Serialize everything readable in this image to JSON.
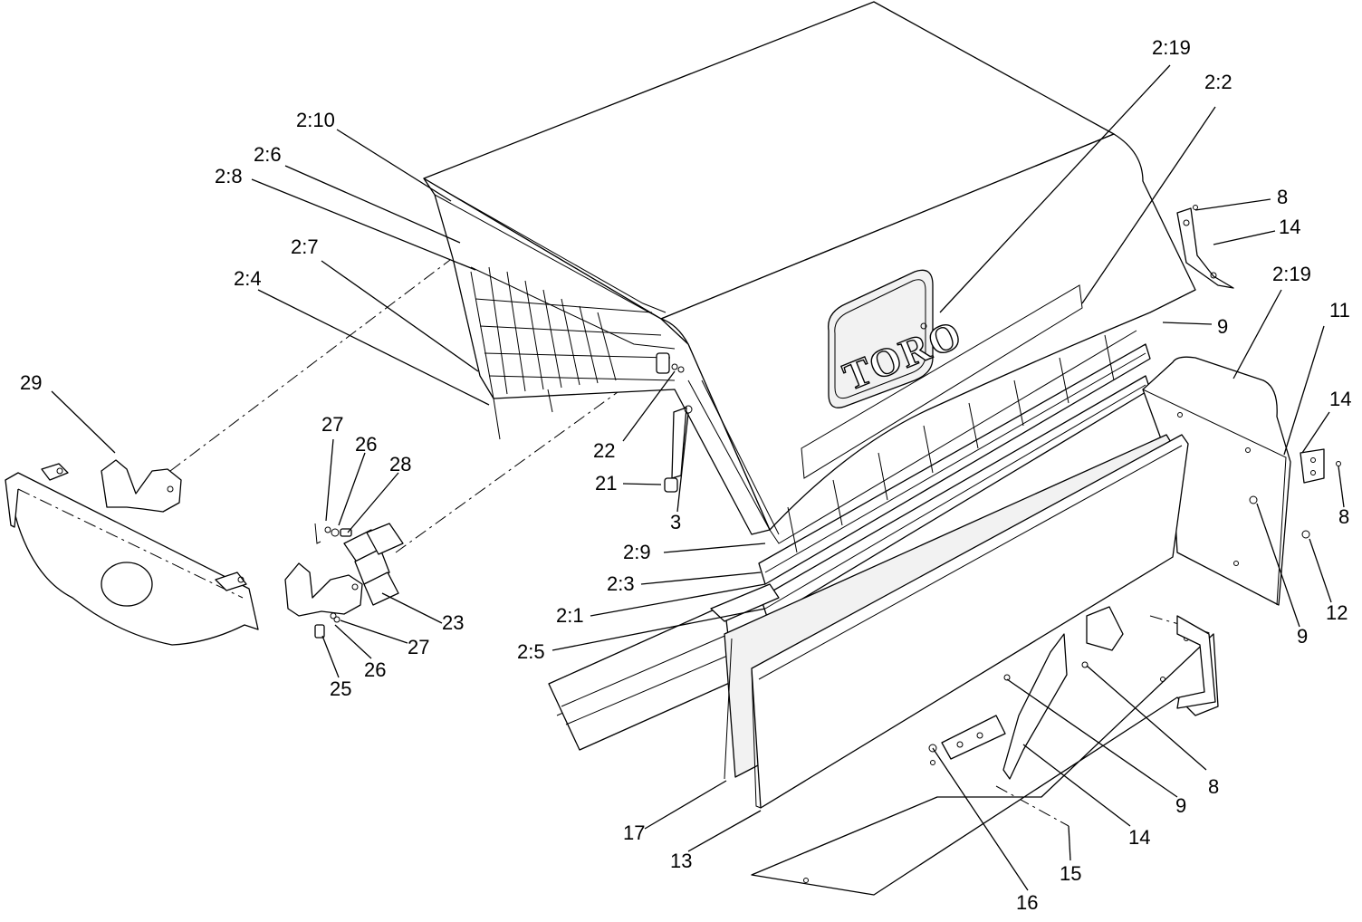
{
  "diagram": {
    "brand_logo": "TORO",
    "callouts": [
      {
        "id": "c-2-19-top",
        "text": "2:19"
      },
      {
        "id": "c-2-2",
        "text": "2:2"
      },
      {
        "id": "c-2-10",
        "text": "2:10"
      },
      {
        "id": "c-2-6",
        "text": "2:6"
      },
      {
        "id": "c-2-8",
        "text": "2:8"
      },
      {
        "id": "c-2-7",
        "text": "2:7"
      },
      {
        "id": "c-2-4",
        "text": "2:4"
      },
      {
        "id": "c-29",
        "text": "29"
      },
      {
        "id": "c-27-top",
        "text": "27"
      },
      {
        "id": "c-26-top",
        "text": "26"
      },
      {
        "id": "c-28",
        "text": "28"
      },
      {
        "id": "c-22",
        "text": "22"
      },
      {
        "id": "c-21",
        "text": "21"
      },
      {
        "id": "c-3",
        "text": "3"
      },
      {
        "id": "c-8-top",
        "text": "8"
      },
      {
        "id": "c-14-top",
        "text": "14"
      },
      {
        "id": "c-9-top",
        "text": "9"
      },
      {
        "id": "c-2-19-right",
        "text": "2:19"
      },
      {
        "id": "c-11",
        "text": "11"
      },
      {
        "id": "c-14-right",
        "text": "14"
      },
      {
        "id": "c-8-right",
        "text": "8"
      },
      {
        "id": "c-12",
        "text": "12"
      },
      {
        "id": "c-9-right",
        "text": "9"
      },
      {
        "id": "c-2-9",
        "text": "2:9"
      },
      {
        "id": "c-2-3",
        "text": "2:3"
      },
      {
        "id": "c-2-1",
        "text": "2:1"
      },
      {
        "id": "c-2-5",
        "text": "2:5"
      },
      {
        "id": "c-23",
        "text": "23"
      },
      {
        "id": "c-27-bottom",
        "text": "27"
      },
      {
        "id": "c-26-bottom",
        "text": "26"
      },
      {
        "id": "c-25",
        "text": "25"
      },
      {
        "id": "c-17",
        "text": "17"
      },
      {
        "id": "c-13",
        "text": "13"
      },
      {
        "id": "c-16",
        "text": "16"
      },
      {
        "id": "c-15",
        "text": "15"
      },
      {
        "id": "c-14-bottom",
        "text": "14"
      },
      {
        "id": "c-9-bottom",
        "text": "9"
      },
      {
        "id": "c-8-bottom",
        "text": "8"
      }
    ]
  }
}
